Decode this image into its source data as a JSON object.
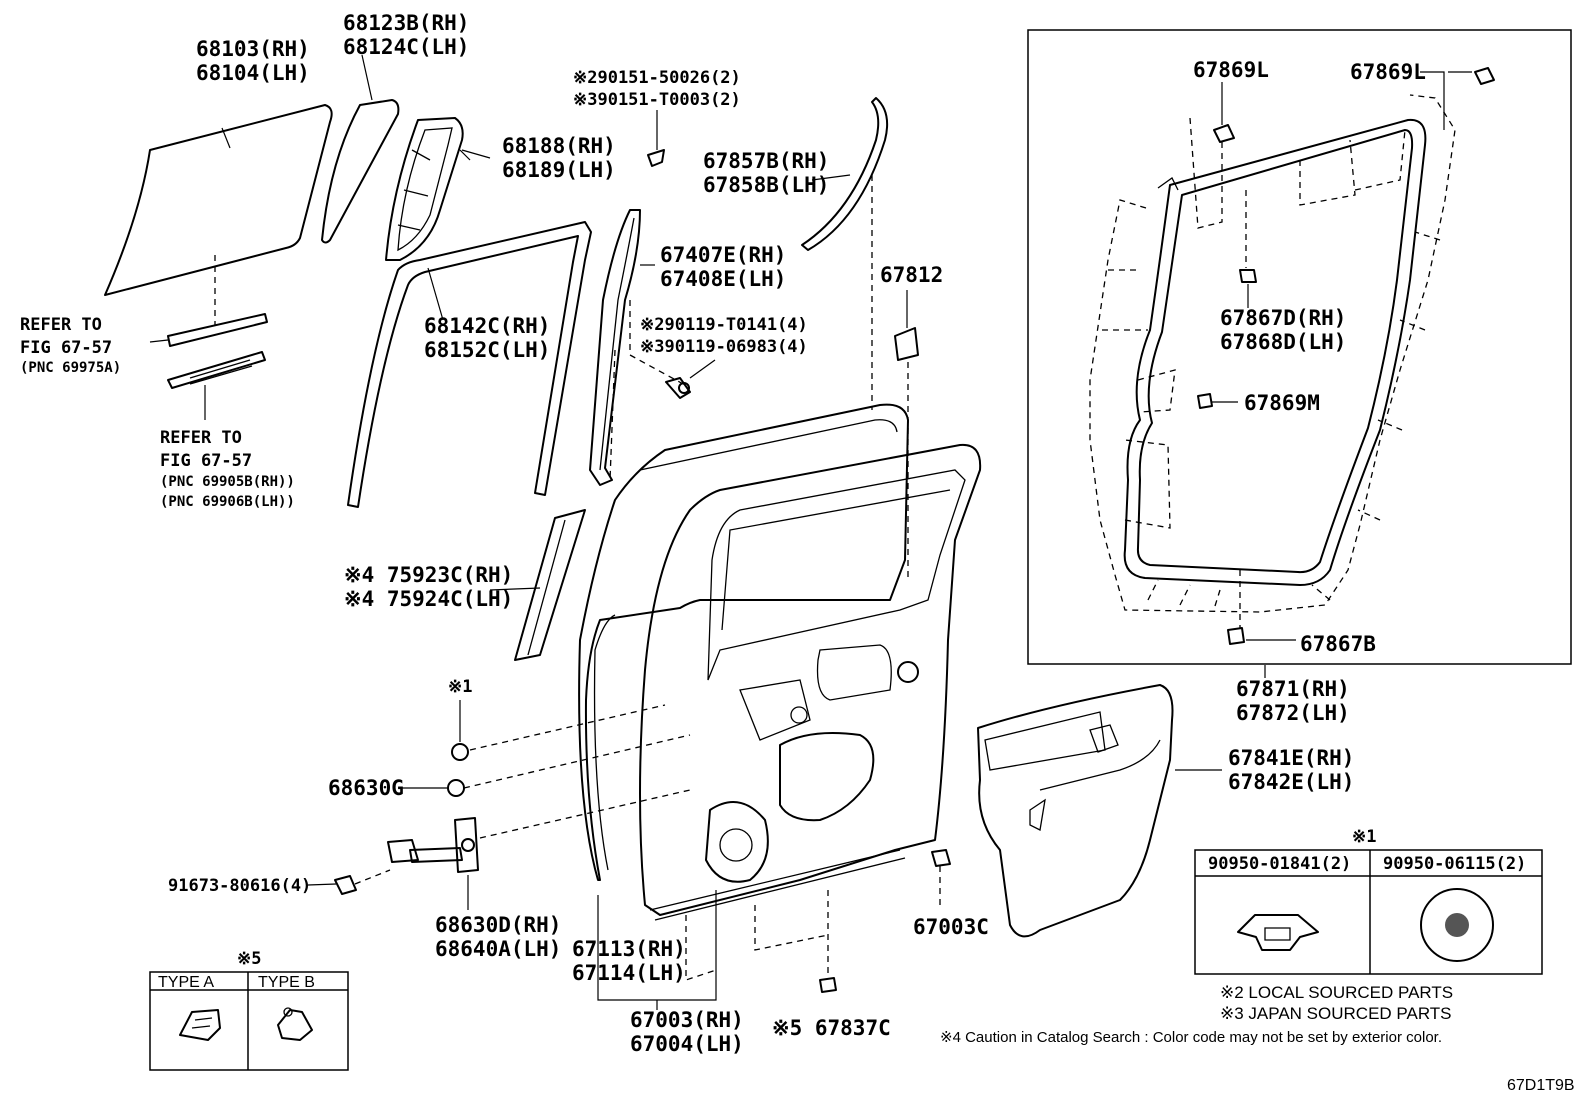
{
  "labels": {
    "p68103": "68103(RH)",
    "p68104": "68104(LH)",
    "p68123": "68123B(RH)",
    "p68124": "68124C(LH)",
    "p68188": "68188(RH)",
    "p68189": "68189(LH)",
    "refer1_a": "REFER TO",
    "refer1_b": "FIG 67-57",
    "refer1_c": "(PNC 69975A)",
    "refer2_a": "REFER TO",
    "refer2_b": "FIG 67-57",
    "refer2_c": "(PNC 69905B(RH))",
    "refer2_d": "(PNC 69906B(LH))",
    "p68142": "68142C(RH)",
    "p68152": "68152C(LH)",
    "clip1": "※290151-50026(2)",
    "clip2": "※390151-T0003(2)",
    "p67857": "67857B(RH)",
    "p67858": "67858B(LH)",
    "p67407": "67407E(RH)",
    "p67408": "67408E(LH)",
    "bolt1": "※290119-T0141(4)",
    "bolt2": "※390119-06983(4)",
    "p67812": "67812",
    "p75923": "※4 75923C(RH)",
    "p75924": "※4 75924C(LH)",
    "star1_a": "※1",
    "p68630g": "68630G",
    "p91673": "91673-80616(4)",
    "p68630d": "68630D(RH)",
    "p68640": "68640A(LH)",
    "p67113": "67113(RH)",
    "p67114": "67114(LH)",
    "p67003": "67003(RH)",
    "p67004": "67004(LH)",
    "p67837": "※5 67837C",
    "p67003c": "67003C",
    "p67869l_a": "67869L",
    "p67869l_b": "67869L",
    "p67867d": "67867D(RH)",
    "p67868d": "67868D(LH)",
    "p67869m": "67869M",
    "p67867b": "67867B",
    "p67871": "67871(RH)",
    "p67872": "67872(LH)",
    "p67841": "67841E(RH)",
    "p67842": "67842E(LH)",
    "code": "67D1T9B"
  },
  "table1": {
    "mark": "※1",
    "col1": "90950-01841(2)",
    "col2": "90950-06115(2)"
  },
  "table5": {
    "mark": "※5",
    "col1": "TYPE A",
    "col2": "TYPE B"
  },
  "notes": {
    "n2": "※2 LOCAL SOURCED PARTS",
    "n3": "※3 JAPAN SOURCED PARTS",
    "n4": "※4 Caution in Catalog Search : Color code may not be set by exterior color."
  }
}
